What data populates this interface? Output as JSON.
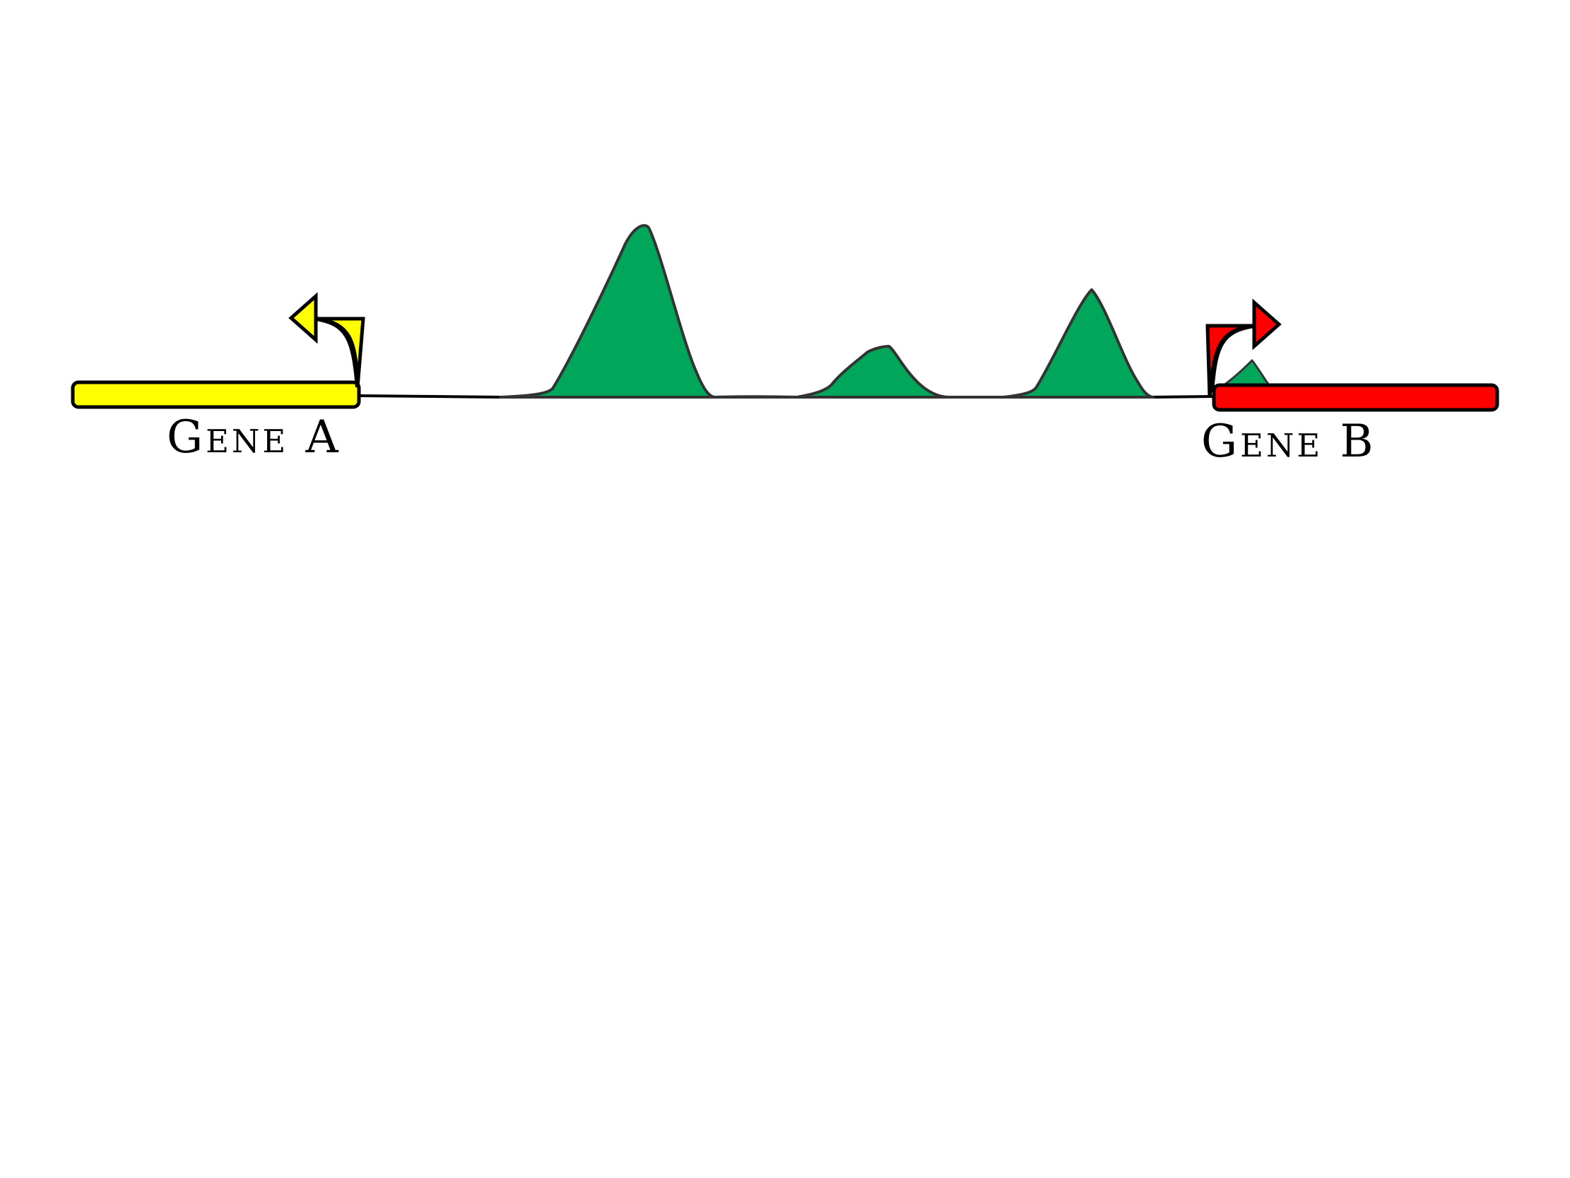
{
  "genes": [
    {
      "id": "gene-a",
      "label": "Gene A",
      "color": "#ffff00",
      "direction": "left"
    },
    {
      "id": "gene-b",
      "label": "Gene B",
      "color": "#ff0000",
      "direction": "right"
    }
  ],
  "signal": {
    "color": "#00a65a",
    "outline": "#333333"
  },
  "line_color": "#000000"
}
